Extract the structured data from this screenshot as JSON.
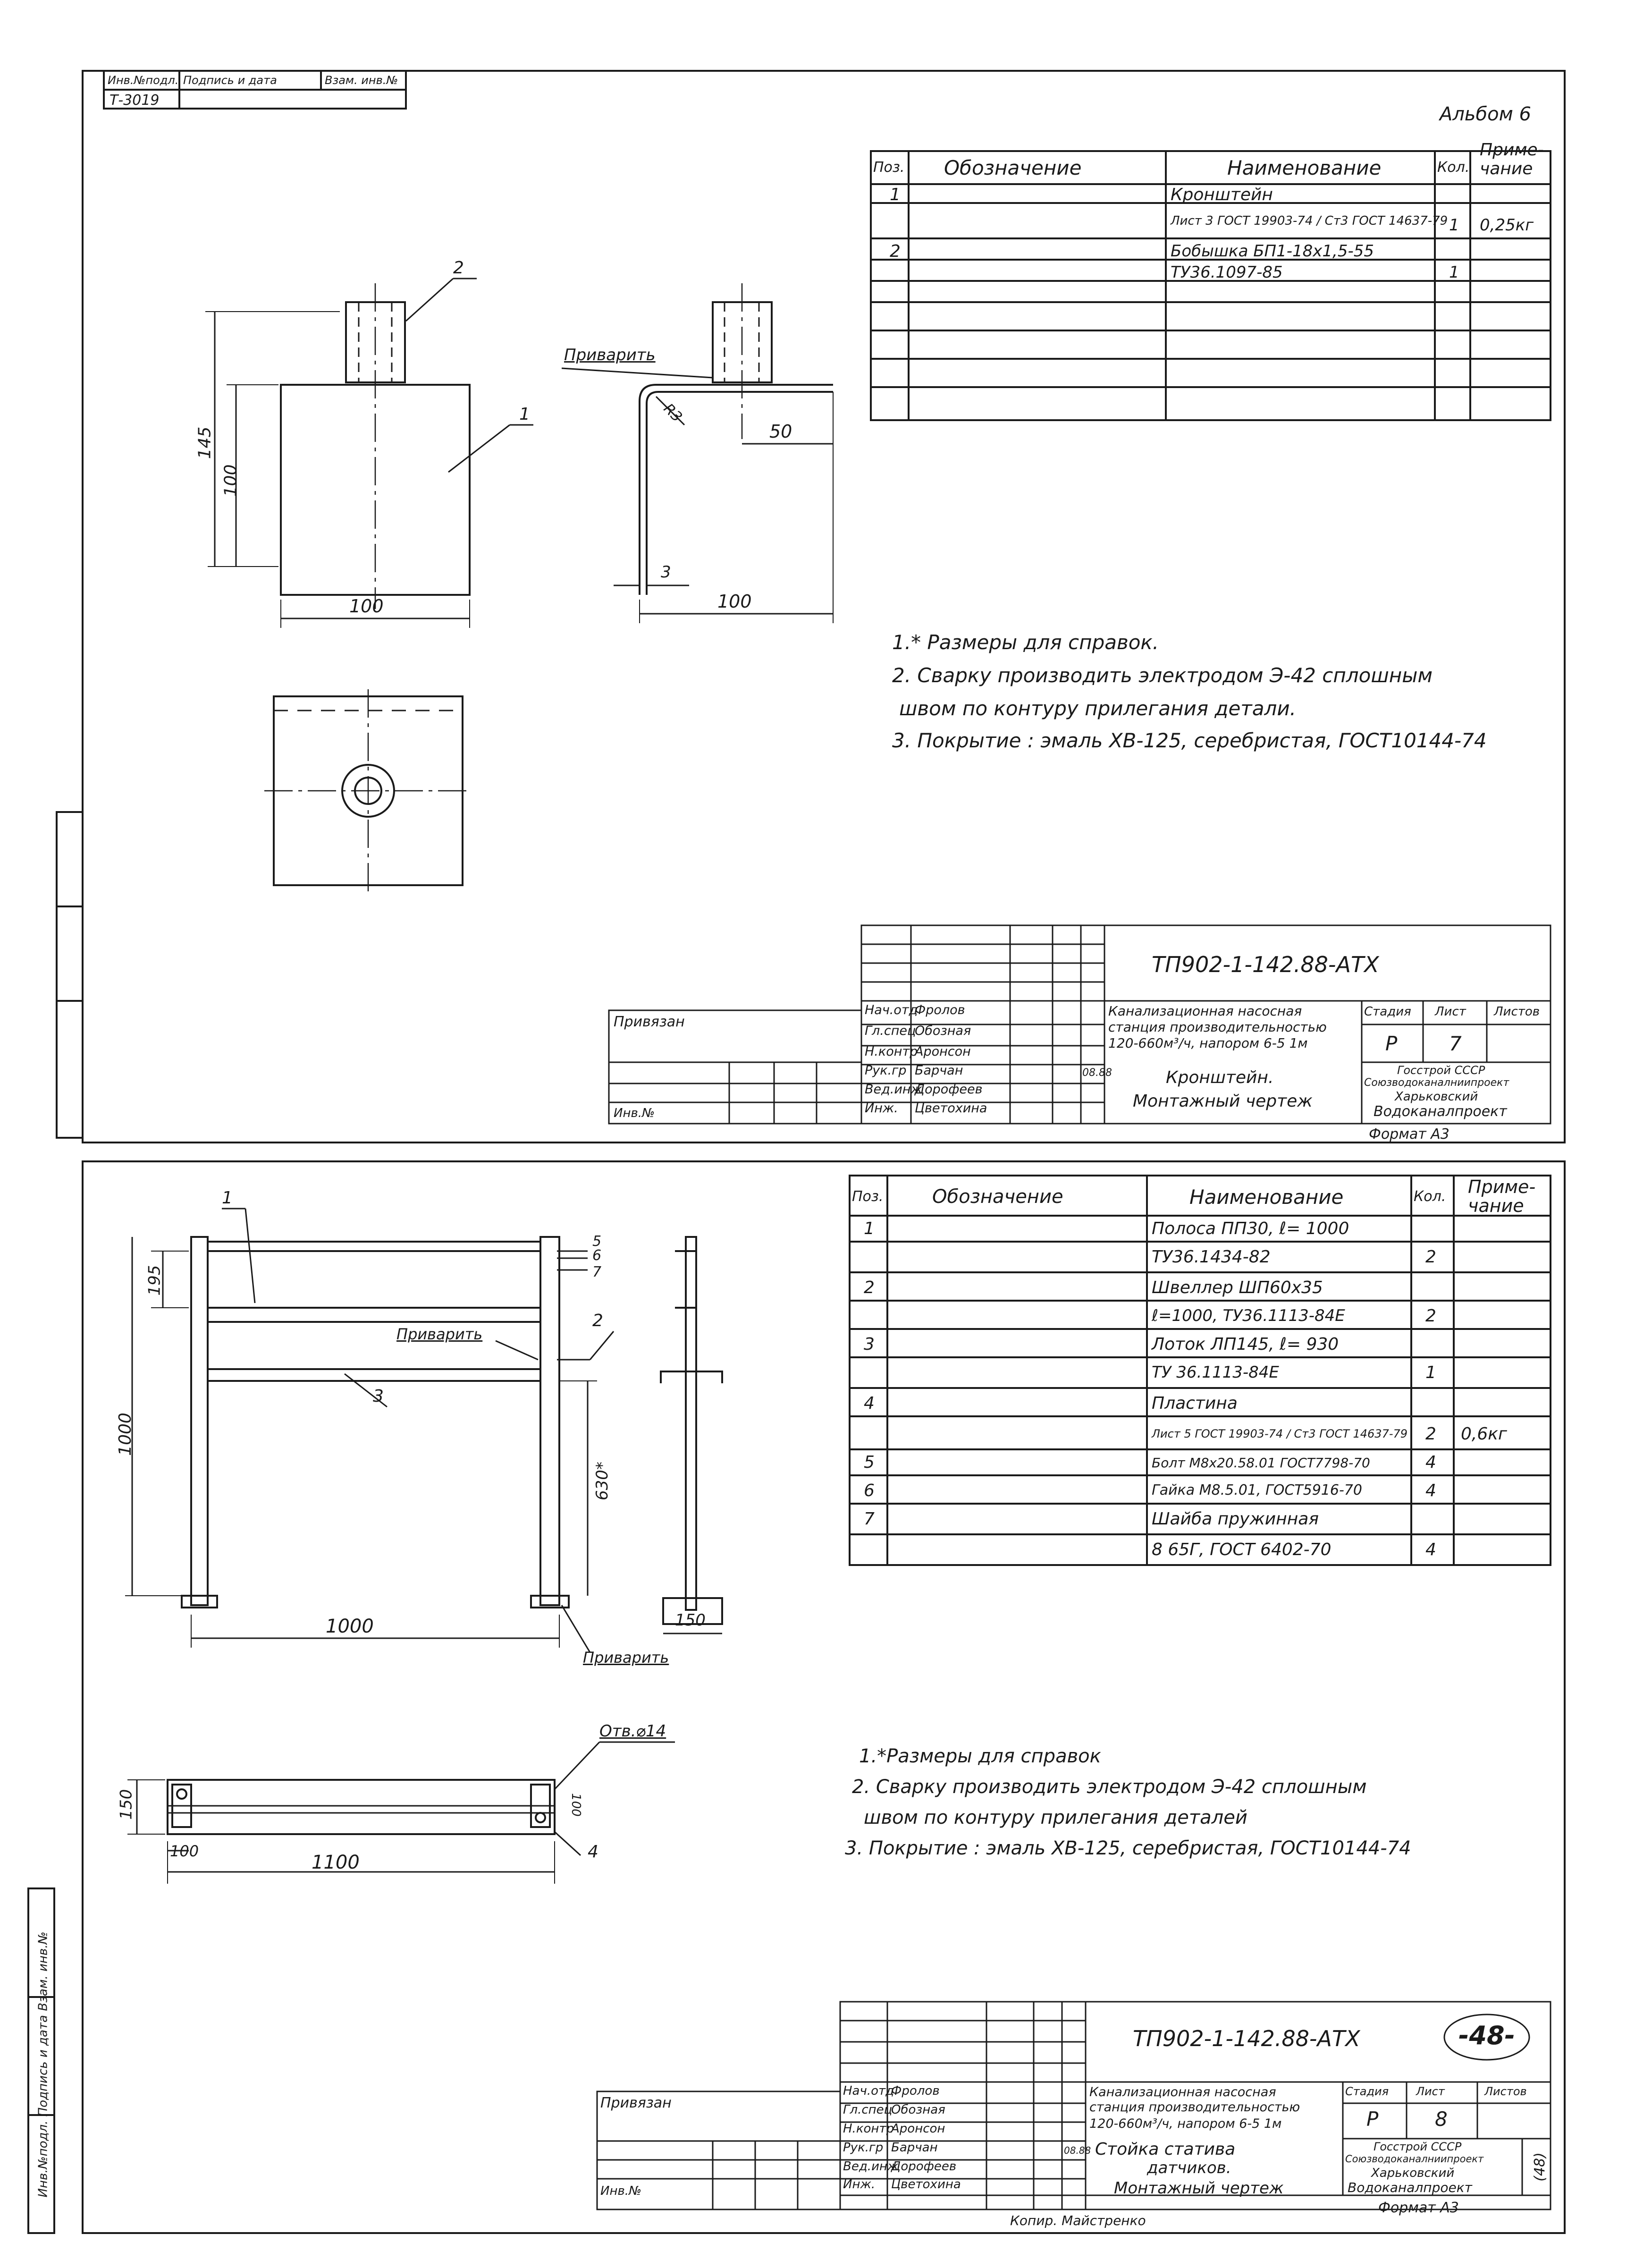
{
  "top_stamp": {
    "col1": "Инв.№подл.",
    "col2": "Подпись и дата",
    "col3": "Взам. инв.№",
    "number": "Т-3019"
  },
  "album": "Альбом 6",
  "sheet1": {
    "spec_headers": {
      "pos": "Поз.",
      "designation": "Обозначение",
      "name": "Наименование",
      "qty": "Кол.",
      "note_l1": "Приме-",
      "note_l2": "чание"
    },
    "spec_rows": [
      {
        "pos": "1",
        "name": "Кронштейн",
        "qty": "",
        "note": ""
      },
      {
        "pos": "",
        "name": "Лист 3 ГОСТ 19903-74 / Ст3 ГОСТ 14637-79",
        "qty": "1",
        "note": "0,25кг"
      },
      {
        "pos": "2",
        "name": "Бобышка БП1-18х1,5-55",
        "qty": "",
        "note": ""
      },
      {
        "pos": "",
        "name": "ТУ36.1097-85",
        "qty": "1",
        "note": ""
      }
    ],
    "dims": {
      "d145": "145",
      "d100v": "100",
      "d100h": "100",
      "d50": "50",
      "d3": "3",
      "d100h2": "100",
      "r3": "R3",
      "weld": "Приварить",
      "label1": "1",
      "label2": "2"
    },
    "notes": [
      "1.* Размеры для справок.",
      "2. Сварку производить электродом Э-42 сплошным",
      "швом по контуру прилегания детали.",
      "3. Покрытие : эмаль  ХВ-125, серебристая, ГОСТ10144-74"
    ],
    "title_block": {
      "code": "ТП902-1-142.88-АТХ",
      "privyazan": "Привязан",
      "inv": "Инв.№",
      "roles": [
        "Нач.отд",
        "Гл.спец",
        "Н.контр",
        "Рук.гр",
        "Вед.инж",
        "Инж."
      ],
      "names": [
        "Фролов",
        "Обозная",
        "Аронсон",
        "Барчан",
        "Дорофеев",
        "Цветохина"
      ],
      "date": "08.88",
      "project_l1": "Канализационная насосная",
      "project_l2": "станция производительностью",
      "project_l3": "120-660м³/ч, напором 6-5 1м",
      "stage_label": "Стадия",
      "sheet_label": "Лист",
      "sheets_label": "Листов",
      "stage": "Р",
      "sheet": "7",
      "drawing_l1": "Кронштейн.",
      "drawing_l2": "Монтажный чертеж",
      "org_l1": "Госстрой СССР",
      "org_l2": "Союзводоканалниипроект",
      "org_l3": "Харьковский",
      "org_l4": "Водоканалпроект",
      "format": "Формат А3"
    }
  },
  "sheet2": {
    "spec_headers": {
      "pos": "Поз.",
      "designation": "Обозначение",
      "name": "Наименование",
      "qty": "Кол.",
      "note_l1": "Приме-",
      "note_l2": "чание"
    },
    "spec_rows": [
      {
        "pos": "1",
        "name": "Полоса ПП30, ℓ= 1000",
        "qty": "",
        "note": ""
      },
      {
        "pos": "",
        "name": "ТУ36.1434-82",
        "qty": "2",
        "note": ""
      },
      {
        "pos": "2",
        "name": "Швеллер ШП60х35",
        "qty": "",
        "note": ""
      },
      {
        "pos": "",
        "name": "ℓ=1000, ТУ36.1113-84Е",
        "qty": "2",
        "note": ""
      },
      {
        "pos": "3",
        "name": "Лоток ЛП145, ℓ= 930",
        "qty": "",
        "note": ""
      },
      {
        "pos": "",
        "name": "ТУ 36.1113-84Е",
        "qty": "1",
        "note": ""
      },
      {
        "pos": "4",
        "name": "Пластина",
        "qty": "",
        "note": ""
      },
      {
        "pos": "",
        "name": "Лист 5 ГОСТ 19903-74 / Ст3 ГОСТ 14637-79",
        "qty": "2",
        "note": "0,6кг"
      },
      {
        "pos": "5",
        "name": "Болт М8х20.58.01 ГОСТ7798-70",
        "qty": "4",
        "note": ""
      },
      {
        "pos": "6",
        "name": "Гайка М8.5.01, ГОСТ5916-70",
        "qty": "4",
        "note": ""
      },
      {
        "pos": "7",
        "name": "Шайба  пружинная",
        "qty": "",
        "note": ""
      },
      {
        "pos": "",
        "name": "8 65Г, ГОСТ 6402-70",
        "qty": "4",
        "note": ""
      }
    ],
    "dims": {
      "d195": "195",
      "d1000v": "1000",
      "d630": "630*",
      "d1000h": "1000",
      "d150": "150",
      "d150b": "150",
      "d100": "100",
      "d1100": "1100",
      "d100r": "100",
      "hole": "Отв.⌀14",
      "weld": "Приварить",
      "weld2": "Приварить",
      "l1": "1",
      "l2": "2",
      "l3": "3",
      "l4": "4",
      "l5": "5",
      "l6": "6",
      "l7": "7"
    },
    "notes": [
      "1.*Размеры  для  справок",
      "2. Сварку  производить  электродом  Э-42  сплошным",
      "швом  по  контуру  прилегания  деталей",
      "3. Покрытие :  эмаль   ХВ-125, серебристая, ГОСТ10144-74"
    ],
    "title_block": {
      "code": "ТП902-1-142.88-АТХ",
      "page_mark": "-48-",
      "privyazan": "Привязан",
      "inv": "Инв.№",
      "roles": [
        "Нач.отд",
        "Гл.спец",
        "Н.контр",
        "Рук.гр",
        "Вед.инж",
        "Инж."
      ],
      "names": [
        "Фролов",
        "Обозная",
        "Аронсон",
        "Барчан",
        "Дорофеев",
        "Цветохина"
      ],
      "date": "08.88",
      "project_l1": "Канализационная насосная",
      "project_l2": "станция производительностью",
      "project_l3": "120-660м³/ч, напором 6-5 1м",
      "stage_label": "Стадия",
      "sheet_label": "Лист",
      "sheets_label": "Листов",
      "stage": "Р",
      "sheet": "8",
      "drawing_l1": "Стойка  статива",
      "drawing_l2": "датчиков.",
      "drawing_l3": "Монтажный чертеж",
      "org_l1": "Госстрой СССР",
      "org_l2": "Союзводоканалниипроект",
      "org_l3": "Харьковский",
      "org_l4": "Водоканалпроект",
      "format": "Формат А3",
      "copied": "Копир.  Майстренко",
      "side_mark": "(48)"
    }
  },
  "side_stamp": "Инв.№подл. Подпись и дата Взам. инв.№"
}
